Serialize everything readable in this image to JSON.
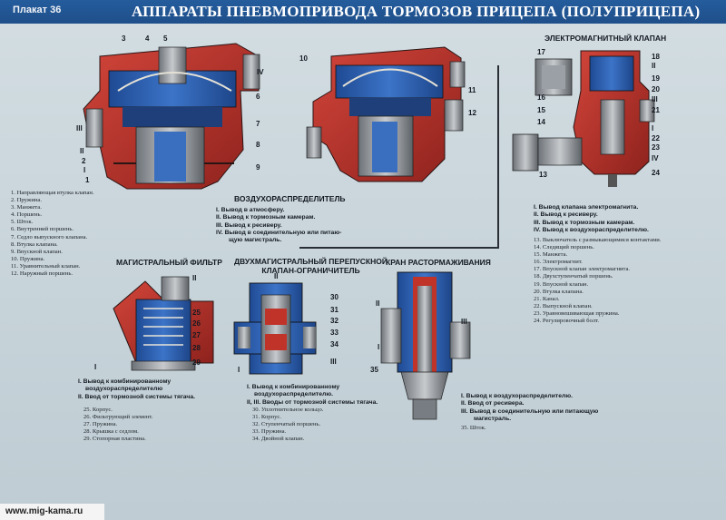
{
  "header": {
    "poster_number": "Плакат 36",
    "title": "АППАРАТЫ ПНЕВМОПРИВОДА ТОРМОЗОВ ПРИЦЕПА (ПОЛУПРИЦЕПА)"
  },
  "valve_parts_list": [
    "1. Направляющая втулка клапан.",
    "2. Пружина.",
    "3. Манжета.",
    "4. Поршень.",
    "5. Шток.",
    "6. Внутренний поршень.",
    "7. Седло выпускного клапана.",
    "8. Втулка клапана.",
    "9. Впускной клапан.",
    "10. Пружина.",
    "11. Уравнительный клапан.",
    "12. Наружный поршень."
  ],
  "air_distributor": {
    "title": "ВОЗДУХОРАСПРЕДЕЛИТЕЛЬ",
    "ports": [
      "I. Вывод в атмосферу.",
      "II. Вывод к тормозным камерам.",
      "III. Вывод к ресиверу.",
      "IV. Вывод в соединительную или питаю-",
      "щую магистраль."
    ]
  },
  "solenoid_valve": {
    "title": "ЭЛЕКТРОМАГНИТНЫЙ КЛАПАН",
    "ports": [
      "I. Вывод клапана электромагнита.",
      "II. Вывод к ресиверу.",
      "III. Вывод к тормозным камерам.",
      "IV. Вывод к воздухораспределителю."
    ],
    "parts": [
      "13. Выключатель с размыкающимися контактами.",
      "14. Следящий поршень.",
      "15. Манжета.",
      "16. Электромагнит.",
      "17. Впускной клапан электромагнита.",
      "18. Двухступенчатый поршень.",
      "19. Впускной клапан.",
      "20. Втулка клапана.",
      "21. Канал.",
      "22. Выпускной клапан.",
      "23. Уравновешивающая пружина.",
      "24. Регулировочный болт."
    ]
  },
  "main_filter": {
    "title": "МАГИСТРАЛЬНЫЙ ФИЛЬТР",
    "ports": [
      "I. Вывод к комбинированному",
      "воздухораспределителю",
      "II. Ввод от тормозной системы тягача."
    ],
    "parts": [
      "25. Корпус.",
      "26. Фильтрующий элемент.",
      "27. Пружина.",
      "28. Крышка с седлом.",
      "29. Стопорная пластина."
    ]
  },
  "bypass_valve": {
    "title_line1": "ДВУХМАГИСТРАЛЬНЫЙ ПЕРЕПУСКНОЙ",
    "title_line2": "КЛАПАН-ОГРАНИЧИТЕЛЬ",
    "ports": [
      "I. Вывод к комбинированному",
      "воздухораспределителю.",
      "II, III. Вводы от тормозной системы тягача."
    ],
    "parts": [
      "30. Уплотнительное кольцо.",
      "31. Корпус.",
      "32. Ступенчатый поршень.",
      "33. Пружина.",
      "34. Двойной клапан."
    ]
  },
  "release_valve": {
    "title": "КРАН РАСТОРМАЖИВАНИЯ",
    "ports": [
      "I. Вывод к воздухораспределителю.",
      "II. Ввод от ресивера.",
      "III. Вывод в соединительную или питающую",
      "магистраль."
    ],
    "parts": [
      "35. Шток."
    ]
  },
  "callouts": {
    "d1": [
      "3",
      "4",
      "5",
      "IV",
      "6",
      "7",
      "8",
      "9",
      "III",
      "II",
      "2",
      "I",
      "1"
    ],
    "d2": [
      "10",
      "11",
      "12"
    ],
    "d3": [
      "17",
      "18",
      "II",
      "19",
      "16",
      "20",
      "III",
      "21",
      "15",
      "14",
      "I",
      "22",
      "23",
      "IV",
      "13",
      "24"
    ],
    "d4": [
      "II",
      "25",
      "26",
      "27",
      "28",
      "29",
      "I"
    ],
    "d5": [
      "II",
      "30",
      "31",
      "32",
      "33",
      "34",
      "III",
      "I"
    ],
    "d6": [
      "II",
      "III",
      "I",
      "35"
    ]
  },
  "watermark": "www.mig-kama.ru",
  "colors": {
    "header_bg": "#245c9c",
    "body_red": "#b8322a",
    "metal_blue": "#2f63b8",
    "steel_gray": "#8c9096",
    "background": "#c9d6dc"
  }
}
